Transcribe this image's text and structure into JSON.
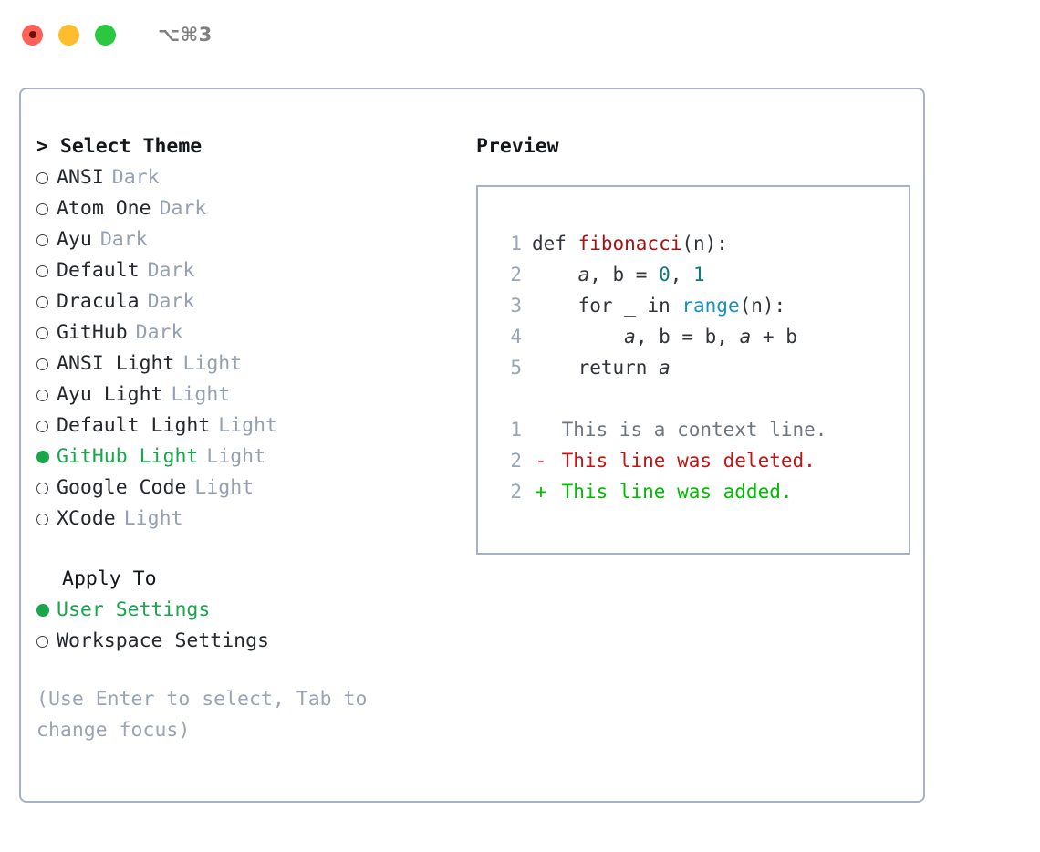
{
  "titlebar": {
    "lights": [
      {
        "name": "close",
        "color": "#ff6058"
      },
      {
        "name": "minimize",
        "color": "#ffbd2e"
      },
      {
        "name": "zoom",
        "color": "#28c840"
      }
    ],
    "shortcut": "⌥⌘3"
  },
  "theme_picker": {
    "heading": "> Select Theme",
    "items": [
      {
        "name": "ANSI",
        "variant": "Dark",
        "selected": false
      },
      {
        "name": "Atom One",
        "variant": "Dark",
        "selected": false
      },
      {
        "name": "Ayu",
        "variant": "Dark",
        "selected": false
      },
      {
        "name": "Default",
        "variant": "Dark",
        "selected": false
      },
      {
        "name": "Dracula",
        "variant": "Dark",
        "selected": false
      },
      {
        "name": "GitHub",
        "variant": "Dark",
        "selected": false
      },
      {
        "name": "ANSI Light",
        "variant": "Light",
        "selected": false
      },
      {
        "name": "Ayu Light",
        "variant": "Light",
        "selected": false
      },
      {
        "name": "Default Light",
        "variant": "Light",
        "selected": false
      },
      {
        "name": "GitHub Light",
        "variant": "Light",
        "selected": true
      },
      {
        "name": "Google Code",
        "variant": "Light",
        "selected": false
      },
      {
        "name": "XCode",
        "variant": "Light",
        "selected": false
      }
    ]
  },
  "apply_to": {
    "heading": "Apply To",
    "options": [
      {
        "label": "User Settings",
        "selected": true
      },
      {
        "label": "Workspace Settings",
        "selected": false
      }
    ]
  },
  "hint": "(Use Enter to select, Tab to change focus)",
  "preview": {
    "heading": "Preview",
    "code_lines": [
      {
        "num": "1",
        "tokens": [
          {
            "t": "def ",
            "k": "plain"
          },
          {
            "t": "fibonacci",
            "k": "fn"
          },
          {
            "t": "(n):",
            "k": "plain"
          }
        ]
      },
      {
        "num": "2",
        "tokens": [
          {
            "t": "    ",
            "k": "plain"
          },
          {
            "t": "a",
            "k": "ital"
          },
          {
            "t": ", b = ",
            "k": "plain"
          },
          {
            "t": "0",
            "k": "num"
          },
          {
            "t": ", ",
            "k": "plain"
          },
          {
            "t": "1",
            "k": "num"
          }
        ]
      },
      {
        "num": "3",
        "tokens": [
          {
            "t": "    for _ in ",
            "k": "plain"
          },
          {
            "t": "range",
            "k": "call"
          },
          {
            "t": "(n):",
            "k": "plain"
          }
        ]
      },
      {
        "num": "4",
        "tokens": [
          {
            "t": "        ",
            "k": "plain"
          },
          {
            "t": "a",
            "k": "ital"
          },
          {
            "t": ", b = b, ",
            "k": "plain"
          },
          {
            "t": "a",
            "k": "ital"
          },
          {
            "t": " + b",
            "k": "plain"
          }
        ]
      },
      {
        "num": "5",
        "tokens": [
          {
            "t": "    return ",
            "k": "plain"
          },
          {
            "t": "a",
            "k": "ital"
          }
        ]
      }
    ],
    "diff_lines": [
      {
        "num": "1",
        "mark": " ",
        "text": "This is a context line.",
        "kind": "context"
      },
      {
        "num": "2",
        "mark": "-",
        "text": "This line was deleted.",
        "kind": "deleted"
      },
      {
        "num": "2",
        "mark": "+",
        "text": "This line was added.",
        "kind": "added"
      }
    ]
  },
  "colors": {
    "selected_green": "#17a64a",
    "tag_gray": "#95a0b1",
    "border": "#a9b2c0",
    "diff_deleted": "#c11414",
    "diff_added": "#00bb00",
    "syntax_function": "#a31515",
    "syntax_number": "#0f7b7b",
    "syntax_call": "#1a8fbf"
  }
}
